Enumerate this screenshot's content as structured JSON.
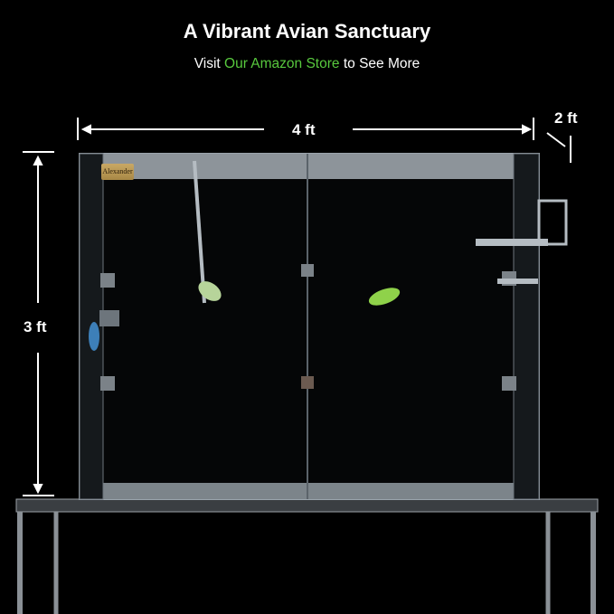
{
  "header": {
    "title": "A Vibrant Avian Sanctuary",
    "subtitle_prefix": "Visit ",
    "subtitle_link": "Our Amazon Store",
    "subtitle_suffix": " to See More",
    "link_color": "#58c93e"
  },
  "dimensions": {
    "width": "4 ft",
    "depth": "2 ft",
    "height": "3 ft"
  },
  "nameplate": "Alexander"
}
